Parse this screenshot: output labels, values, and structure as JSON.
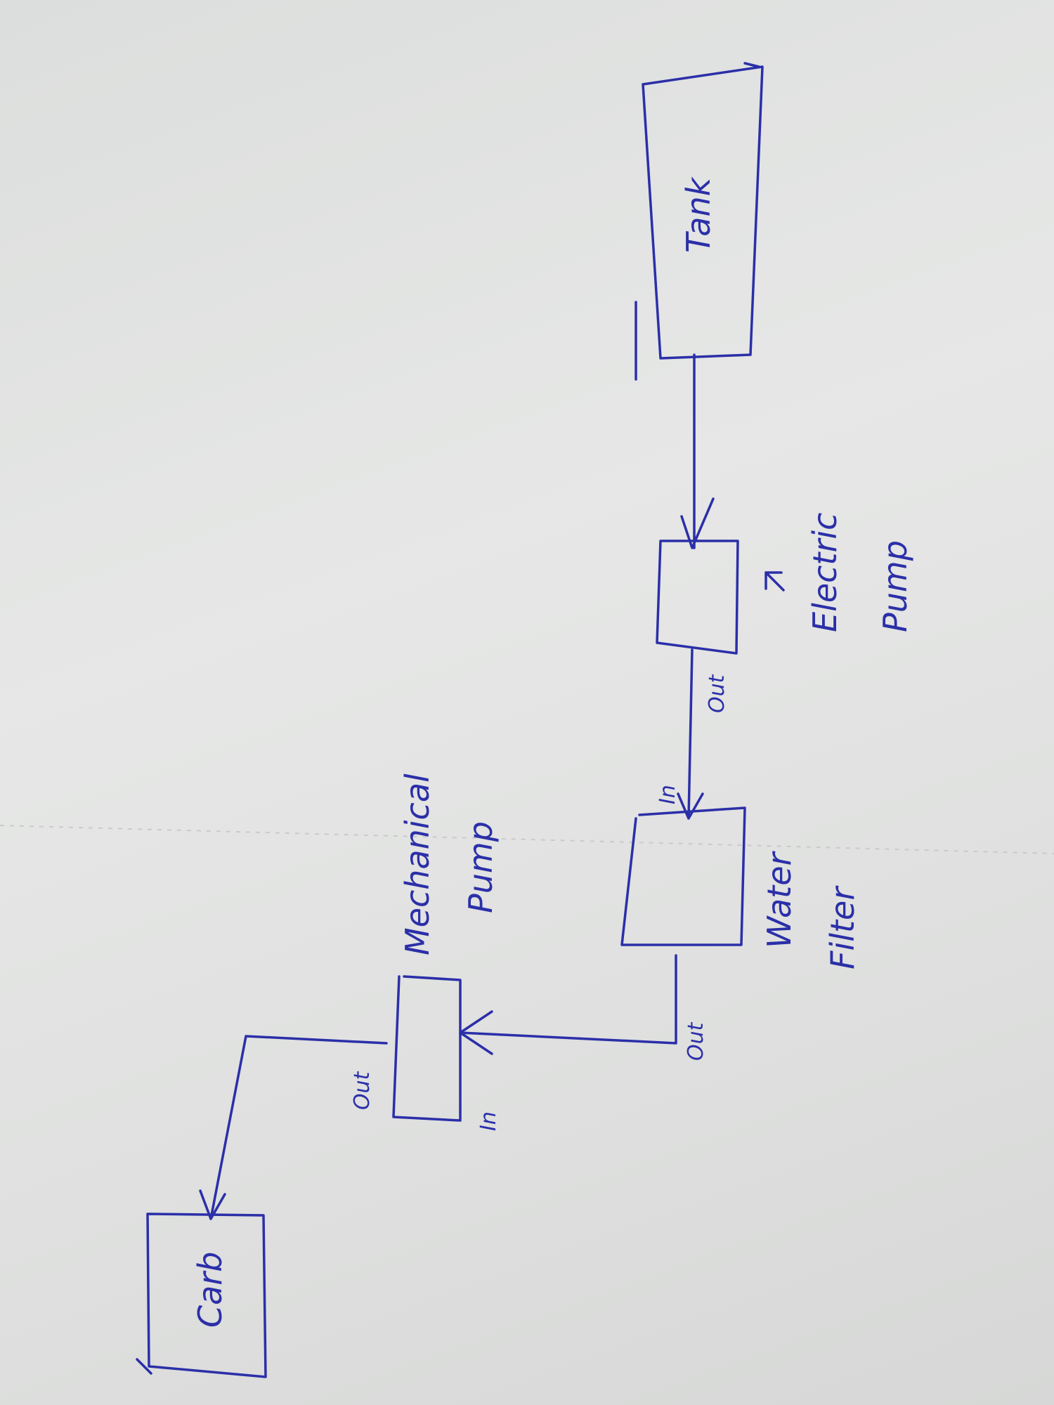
{
  "components": {
    "tank": {
      "label": "Tank"
    },
    "electric_pump": {
      "label_line1": "Electric",
      "label_line2": "Pump"
    },
    "water_filter": {
      "label_line1": "Water",
      "label_line2": "Filter"
    },
    "mechanical_pump": {
      "label_line1": "Mechanical",
      "label_line2": "Pump"
    },
    "carb": {
      "label": "Carb"
    }
  },
  "ports": {
    "electric_pump_out": "Out",
    "water_filter_in": "In",
    "water_filter_out": "Out",
    "mechanical_pump_out": "Out",
    "mechanical_pump_in": "In"
  },
  "colors": {
    "ink": "#2b2fa8",
    "paper": "#e2e3e2"
  }
}
